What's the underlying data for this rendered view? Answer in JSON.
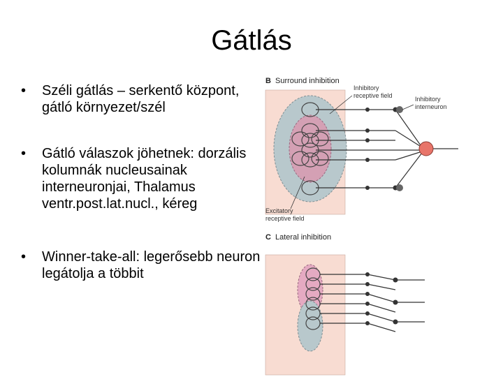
{
  "slide": {
    "title": "Gátlás",
    "bullet_marker": "•",
    "bullets": [
      {
        "text": "Széli gátlás – serkentő központ, gátló környezet/szél"
      },
      {
        "text": "Gátló válaszok jöhetnek: dorzális kolumnák nucleusainak interneuronjai, Thalamus ventr.post.lat.nucl., kéreg"
      },
      {
        "text": "Winner-take-all: legerősebb neuron legátolja a többit"
      }
    ]
  },
  "figure": {
    "panel_b": {
      "letter": "B",
      "title": "Surround inhibition"
    },
    "panel_c": {
      "letter": "C",
      "title": "Lateral inhibition"
    },
    "labels": {
      "inhibitory_field": [
        "Inhibitory",
        "receptive field"
      ],
      "inhibitory_interneuron": [
        "Inhibitory",
        "interneuron"
      ],
      "excitatory_field": [
        "Excitatory",
        "receptive field"
      ]
    },
    "colors": {
      "skin": "#f8dcd2",
      "inhibitory_field": "#b8c8cc",
      "excitatory_field": "#d4a0b4",
      "excitatory_ellipse": "#e5aac2",
      "interneuron": "#e8756a",
      "line": "#333333"
    }
  }
}
